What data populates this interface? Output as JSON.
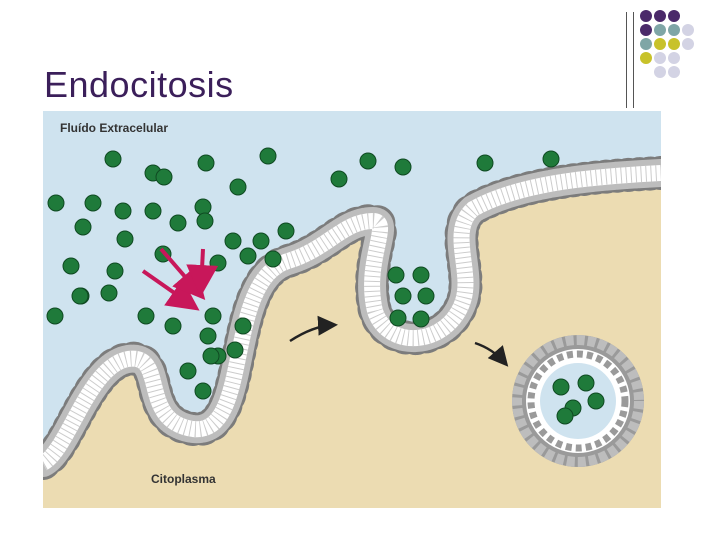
{
  "slide": {
    "title": "Endocitosis"
  },
  "figure": {
    "label_top": "Fluído Extracelular",
    "label_bottom": "Citoplasma"
  },
  "colors": {
    "title": "#3b1f5a",
    "extracellular": "#cfe3ef",
    "cytoplasm": "#ecdcb2",
    "particle": "#1f7a3a",
    "arrow_red": "#c8175a",
    "lipid_head": "#9a9a9a",
    "dot_purple": "#4b2a6a",
    "dot_teal": "#7fa6a6",
    "dot_olive": "#c8c22a",
    "dot_light": "#d3d3e4"
  }
}
